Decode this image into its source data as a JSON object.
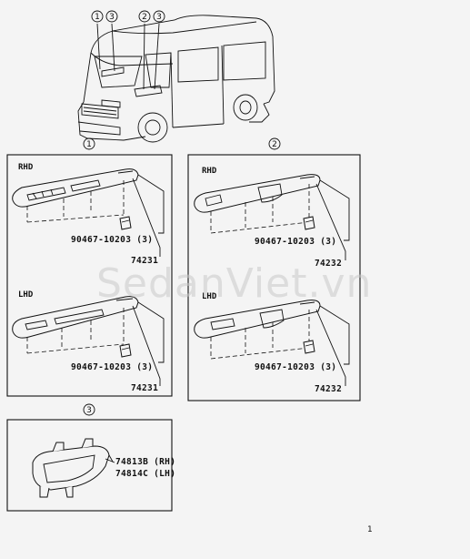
{
  "van_callouts": [
    "1",
    "3",
    "2",
    "3"
  ],
  "panels": [
    {
      "id": "1",
      "side_top": "RHD",
      "side_bottom": "LHD",
      "fastener_top": "90467-10203 (3)",
      "part_top": "74231",
      "fastener_bottom": "90467-10203 (3)",
      "part_bottom": "74231"
    },
    {
      "id": "2",
      "side_top": "RHD",
      "side_bottom": "LHD",
      "fastener_top": "90467-10203 (3)",
      "part_top": "74232",
      "fastener_bottom": "90467-10203 (3)",
      "part_bottom": "74232"
    },
    {
      "id": "3",
      "part_rh": "74813B (RH)",
      "part_lh": "74814C (LH)"
    }
  ],
  "watermark": "SedanViet.vn",
  "page_marker": "1"
}
